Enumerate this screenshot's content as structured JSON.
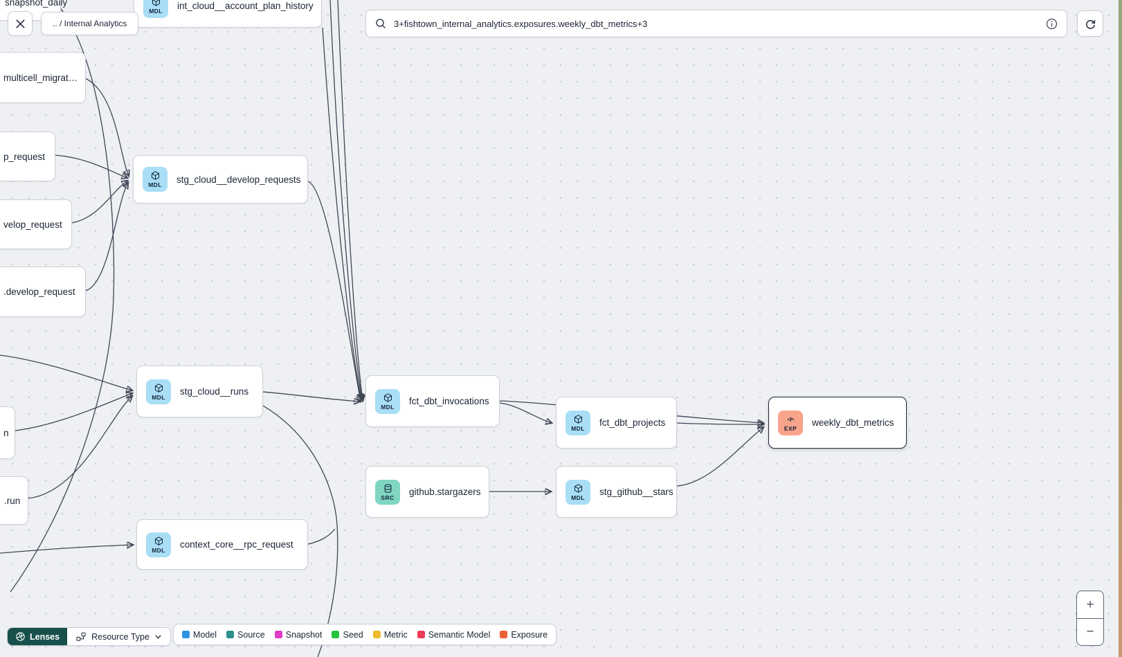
{
  "header": {
    "breadcrumb": ".. / Internal Analytics"
  },
  "search": {
    "value": "3+fishtown_internal_analytics.exposures.weekly_dbt_metrics+3"
  },
  "toolbar": {
    "lenses": "Lenses",
    "resource_type": "Resource Type"
  },
  "zoom": {
    "in": "+",
    "out": "−"
  },
  "legend": {
    "items": [
      {
        "label": "Model",
        "color": "#2b95e3"
      },
      {
        "label": "Source",
        "color": "#2f8f8b"
      },
      {
        "label": "Snapshot",
        "color": "#e23ac4"
      },
      {
        "label": "Seed",
        "color": "#27c33d"
      },
      {
        "label": "Metric",
        "color": "#edbc2d"
      },
      {
        "label": "Semantic Model",
        "color": "#ee3b57"
      },
      {
        "label": "Exposure",
        "color": "#ec6234"
      }
    ]
  },
  "nodes": [
    {
      "label": "snapshot_daily"
    },
    {
      "label": "int_cloud__account_plan_history",
      "badge": "MDL"
    },
    {
      "label": "multicell_migrat…"
    },
    {
      "label": "p_request"
    },
    {
      "label": "velop_request"
    },
    {
      "label": ".develop_request"
    },
    {
      "label": "stg_cloud__develop_requests",
      "badge": "MDL"
    },
    {
      "label": "stg_cloud__runs",
      "badge": "MDL"
    },
    {
      "label": "n"
    },
    {
      "label": ".run"
    },
    {
      "label": "context_core__rpc_request",
      "badge": "MDL"
    },
    {
      "label": "fct_dbt_invocations",
      "badge": "MDL"
    },
    {
      "label": "github.stargazers",
      "badge": "SRC"
    },
    {
      "label": "fct_dbt_projects",
      "badge": "MDL"
    },
    {
      "label": "stg_github__stars",
      "badge": "MDL"
    },
    {
      "label": "weekly_dbt_metrics",
      "badge": "EXP"
    }
  ]
}
